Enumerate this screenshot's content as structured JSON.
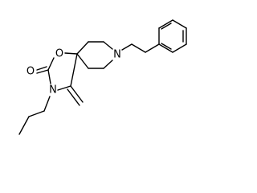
{
  "structure": {
    "atoms": {
      "ring_oxygen": "O",
      "carbonyl_oxygen": "O",
      "ring_nitrogen": "N",
      "piperidine_nitrogen": "N"
    }
  },
  "colors": {
    "bond": "#000000",
    "label": "#000000",
    "background": "#ffffff"
  }
}
